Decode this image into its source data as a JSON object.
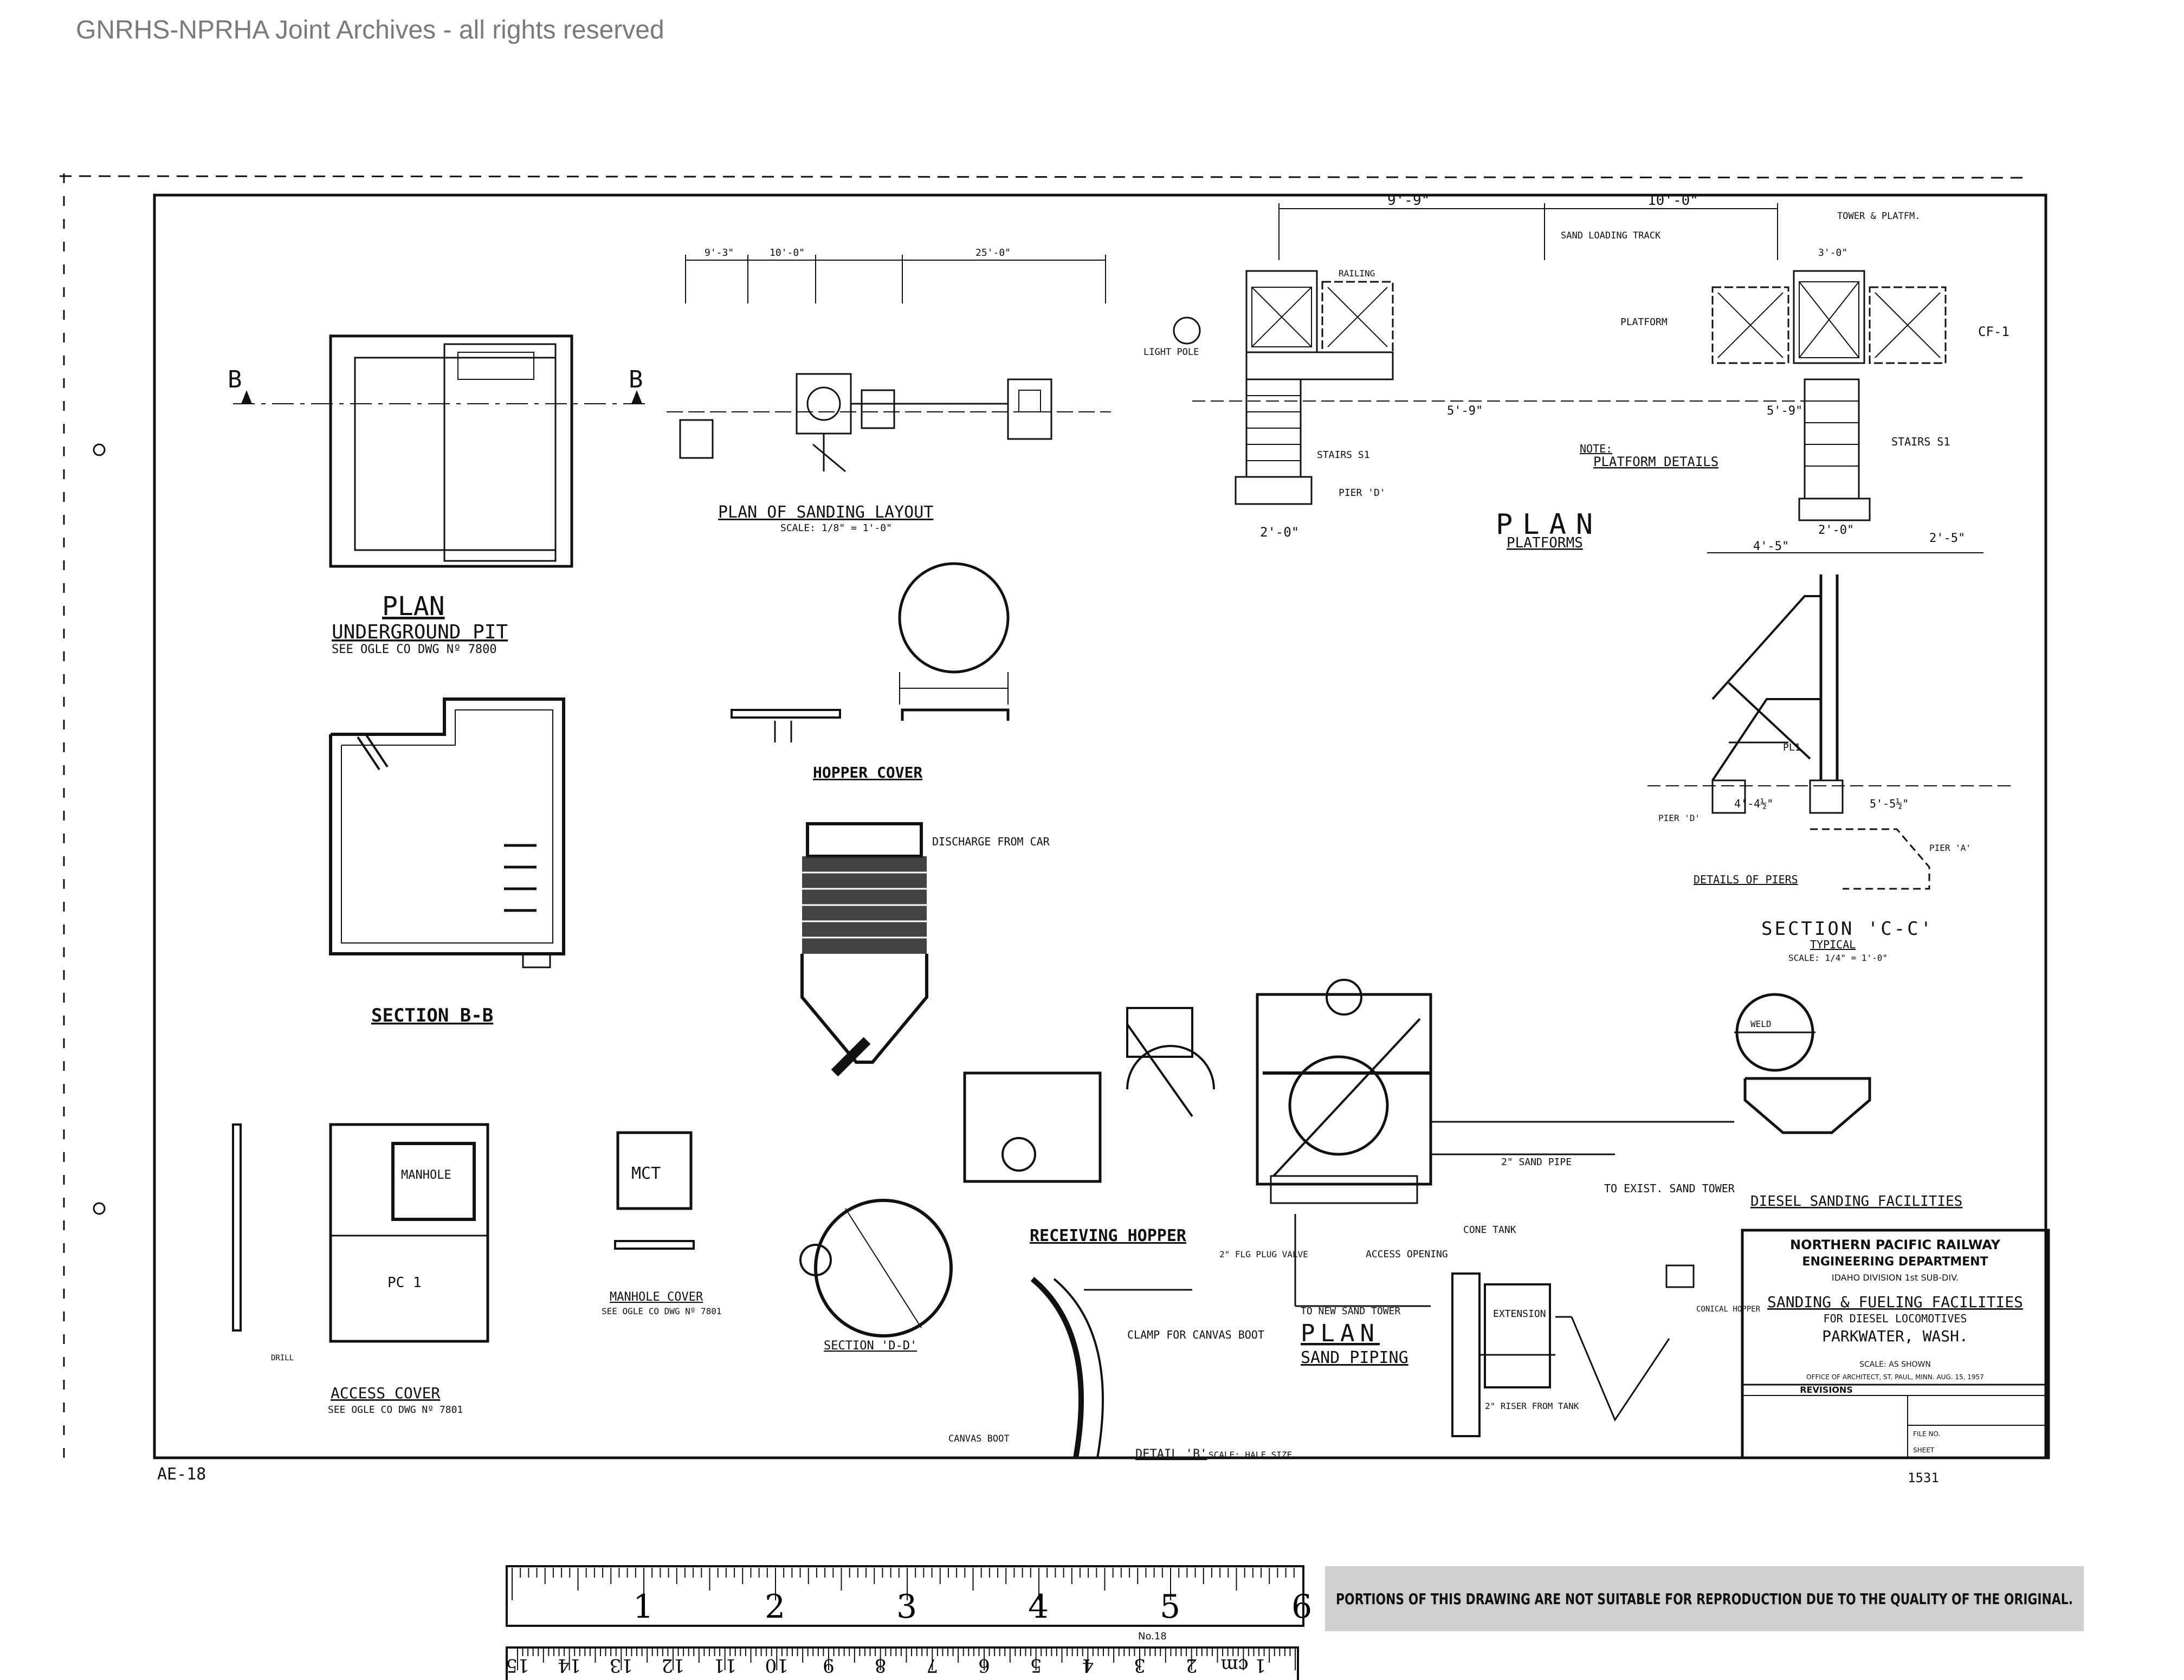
{
  "watermark": "GNRHS-NPRHA Joint Archives - all rights reserved",
  "sheet_mark": "AE-18",
  "corner_mark": "1531",
  "title_block": {
    "company": "NORTHERN PACIFIC RAILWAY",
    "department": "ENGINEERING DEPARTMENT",
    "division": "IDAHO   DIVISION   1st SUB-DIV.",
    "title": "SANDING & FUELING FACILITIES",
    "subtitle": "FOR DIESEL LOCOMOTIVES",
    "location": "PARKWATER, WASH.",
    "scale": "SCALE: AS SHOWN",
    "office": "OFFICE OF ARCHITECT, ST. PAUL, MINN. AUG. 15, 1957",
    "revisions_label": "REVISIONS",
    "file_no": "FILE NO.",
    "sheet": "SHEET"
  },
  "views": {
    "plan_pit": "PLAN",
    "plan_pit_sub": "UNDERGROUND PIT",
    "plan_pit_note": "SEE OGLE CO DWG Nº 7800",
    "section_bb": "SECTION B-B",
    "plan_layout": "PLAN OF SANDING LAYOUT",
    "plan_layout_scale": "SCALE: 1/8\" = 1'-0\"",
    "plan_platforms": "PLAN",
    "plan_platforms_sub": "PLATFORMS",
    "hopper_cover": "HOPPER COVER",
    "section_cc": "SECTION 'C-C'",
    "section_cc_sub": "TYPICAL",
    "section_cc_scale": "SCALE: 1/4\" = 1'-0\"",
    "details_piers": "DETAILS OF PIERS",
    "receiving_hopper": "RECEIVING HOPPER",
    "manhole_cover": "MANHOLE COVER",
    "manhole_note": "SEE OGLE CO DWG Nº 7801",
    "access_cover": "ACCESS COVER",
    "access_note": "SEE OGLE CO DWG Nº 7801",
    "section_dd": "SECTION 'D-D'",
    "detail_b": "DETAIL 'B'",
    "detail_b_scale": "SCALE: HALF SIZE",
    "plan_sand_piping": "PLAN",
    "plan_sand_piping_sub": "SAND PIPING",
    "diesel_sanding": "DIESEL SANDING FACILITIES"
  },
  "labels": {
    "manhole": "MANHOLE",
    "mct": "MCT",
    "pc1": "PC 1",
    "cf1": "CF-1",
    "stairs_s1": "STAIRS S1",
    "stairs_s1b": "STAIRS S1",
    "pier_d": "PIER 'D'",
    "pier_a": "PIER 'A'",
    "light_pole": "LIGHT POLE",
    "discharge": "DISCHARGE FROM CAR",
    "new_sand_tower": "TO NEW SAND TOWER",
    "clamp_boot": "CLAMP FOR CANVAS BOOT",
    "canvas_boot": "CANVAS BOOT",
    "access_opening": "ACCESS OPENING",
    "cone_tank": "CONE TANK",
    "sand_pipe": "2\" SAND PIPE",
    "exist_sand_tower": "TO EXIST. SAND TOWER",
    "flg_plug_valve": "2\" FLG PLUG VALVE",
    "riser_from_tank": "2\" RISER FROM TANK",
    "extension": "EXTENSION",
    "conical_hopper": "CONICAL HOPPER",
    "weld": "WELD",
    "drill": "DRILL",
    "platform": "PLATFORM",
    "sand_loading_track": "SAND LOADING TRACK",
    "tower_platform": "TOWER & PLATFM.",
    "note": "NOTE:",
    "platform_details": "PLATFORM DETAILS",
    "pl1": "PL1",
    "railing": "RAILING"
  },
  "dimensions": {
    "d1": "9'-9\"",
    "d2": "10'-0\"",
    "d3": "5'-9\"",
    "d4": "4'-5\"",
    "d5": "2'-0\"",
    "d6": "2'-5\"",
    "d7": "4'-4½\"",
    "d8": "5'-5½\"",
    "d9": "10'-0\"",
    "d10": "25'-0\"",
    "d11": "9'-3\"",
    "d12": "3'-0\""
  },
  "ruler": {
    "inches": [
      "1",
      "2",
      "3",
      "4",
      "5",
      "6"
    ],
    "cm": [
      "1 cm",
      "2",
      "3",
      "4",
      "5",
      "6",
      "7",
      "8",
      "9",
      "10",
      "11",
      "12",
      "13",
      "14",
      "15"
    ],
    "brand": "No.18",
    "notice": "PORTIONS OF THIS DRAWING ARE NOT SUITABLE FOR REPRODUCTION DUE TO THE QUALITY OF THE ORIGINAL."
  }
}
